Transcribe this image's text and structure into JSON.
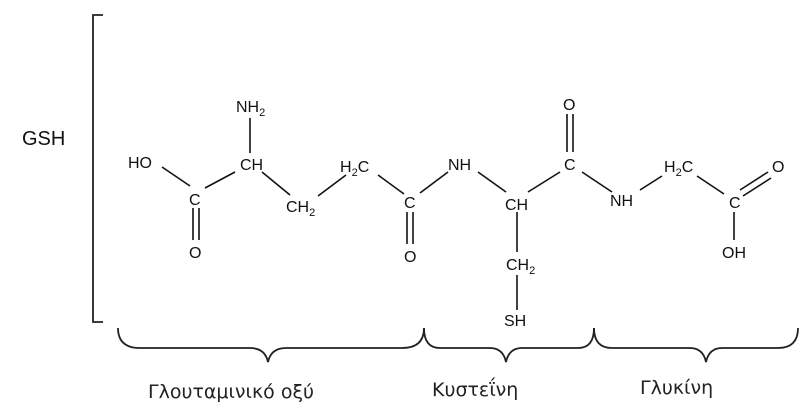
{
  "molecule_label": "GSH",
  "atoms": {
    "nh2_main": "NH",
    "nh2_sub": "2",
    "ho_left": "HO",
    "ch_alpha": "CH",
    "c_carbonyl_1": "C",
    "o_carbonyl_1": "O",
    "ch2_a_main": "CH",
    "ch2_a_sub": "2",
    "h2c_b_main": "H",
    "h2c_b_sub": "2",
    "h2c_b_tail": "C",
    "c_amide_1": "C",
    "o_amide_1": "O",
    "nh_1": "NH",
    "ch_cys": "CH",
    "ch2_cys_main": "CH",
    "ch2_cys_sub": "2",
    "sh": "SH",
    "c_amide_2": "C",
    "o_amide_2": "O",
    "nh_2": "NH",
    "h2c_gly_main": "H",
    "h2c_gly_sub": "2",
    "h2c_gly_tail": "C",
    "c_gly": "C",
    "o_gly": "O",
    "oh_gly": "OH"
  },
  "residues": {
    "glutamate": "Γλουταμινικό οξύ",
    "cysteine": "Κυστεΐνη",
    "glycine": "Γλυκίνη"
  }
}
